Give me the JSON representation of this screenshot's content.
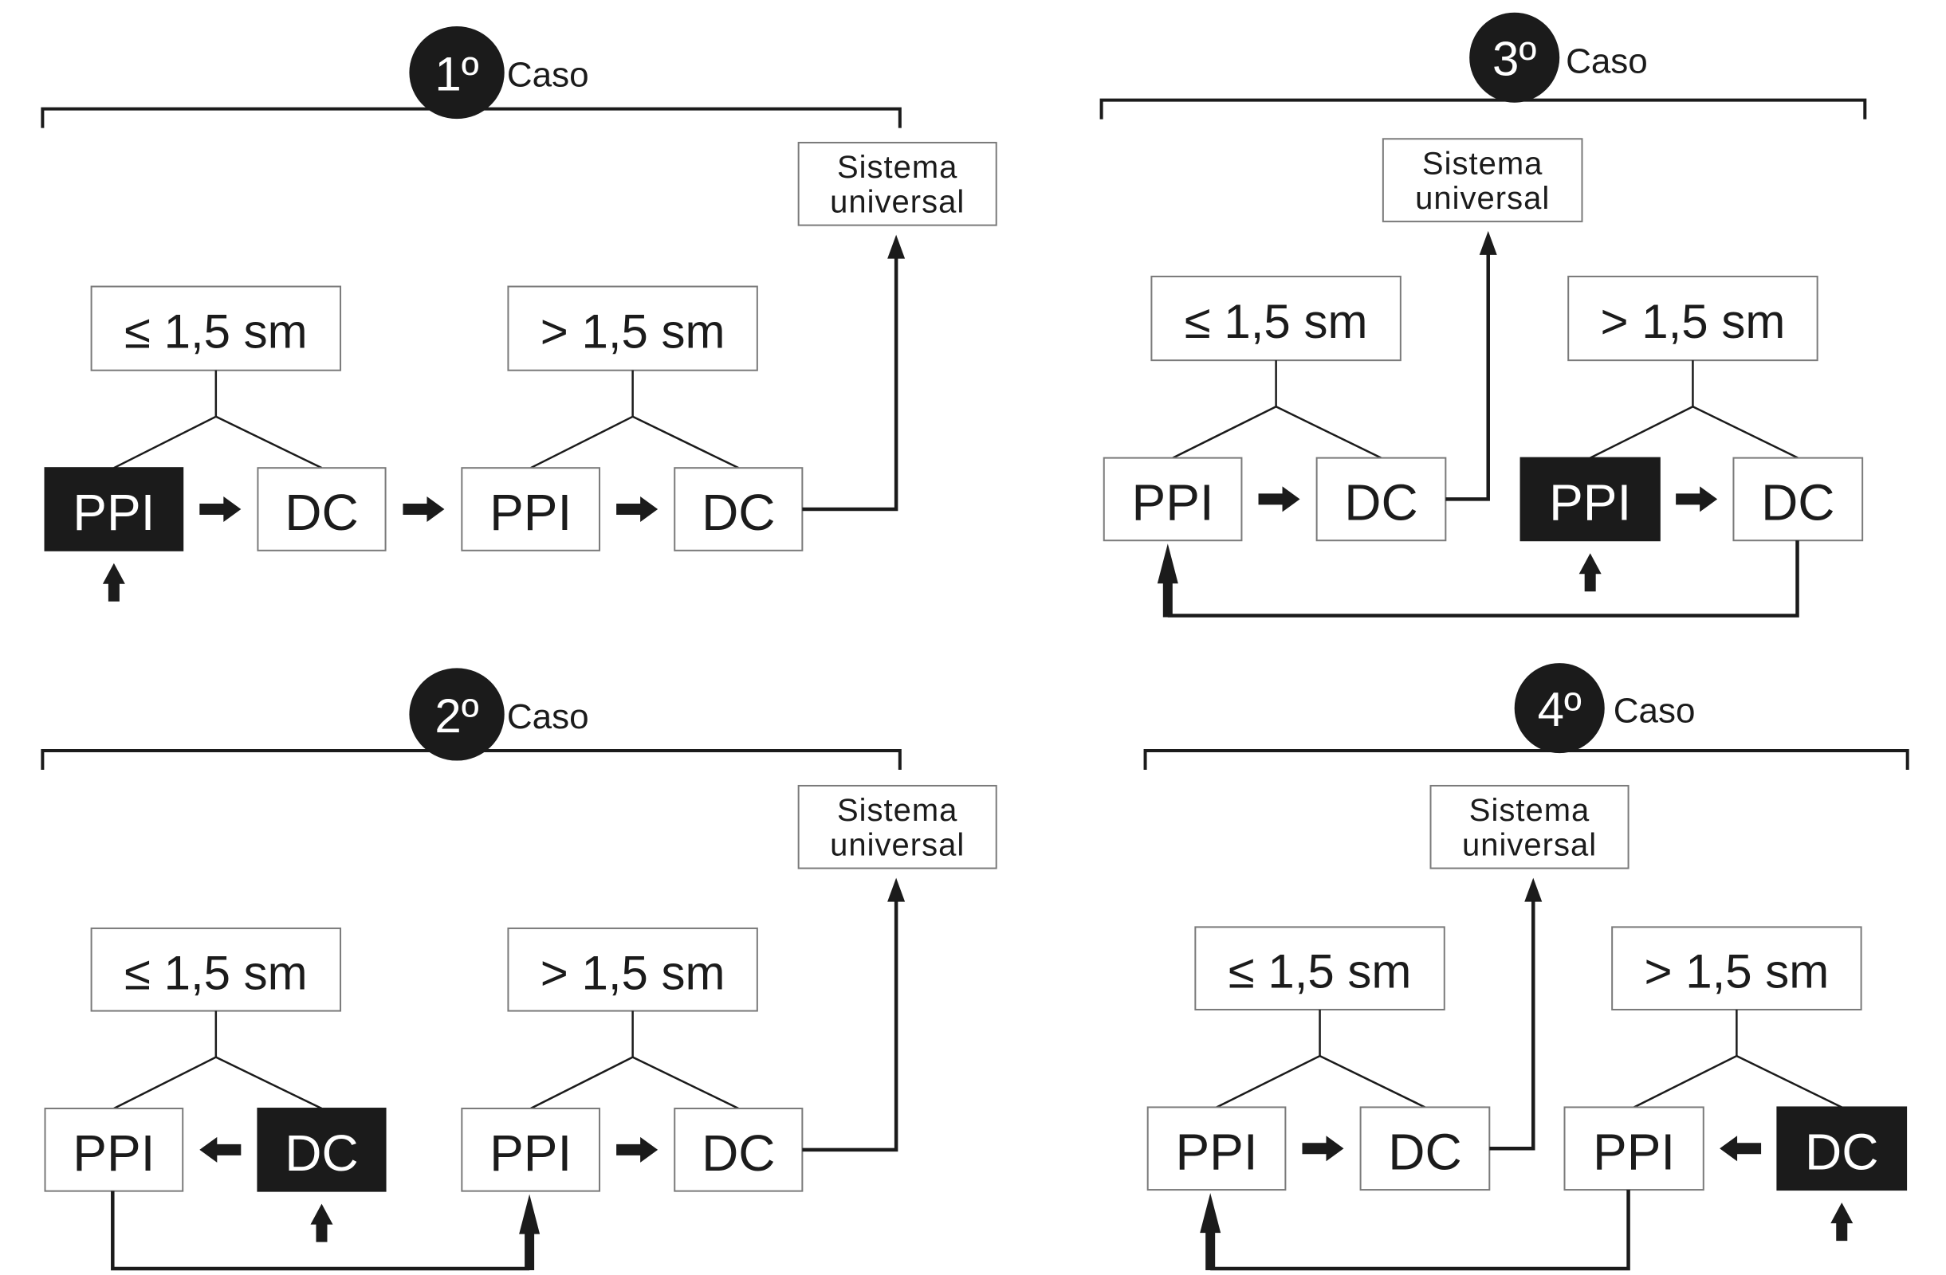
{
  "diagram": {
    "caso_label": "Caso",
    "cases": [
      {
        "id": "case-1",
        "badge": "1º",
        "sistema": [
          "Sistema",
          "universal"
        ],
        "conditions": {
          "left": "≤ 1,5 sm",
          "right": "> 1,5 sm"
        },
        "nodes": [
          {
            "label": "PPI",
            "highlighted": true
          },
          {
            "label": "DC",
            "highlighted": false
          },
          {
            "label": "PPI",
            "highlighted": false
          },
          {
            "label": "DC",
            "highlighted": false
          }
        ],
        "flow_arrows": [
          {
            "between": [
              0,
              1
            ],
            "direction": "right"
          },
          {
            "between": [
              1,
              2
            ],
            "direction": "right"
          },
          {
            "between": [
              2,
              3
            ],
            "direction": "right"
          }
        ],
        "entry_node": 0,
        "to_sistema_from": 3,
        "loop": null
      },
      {
        "id": "case-2",
        "badge": "2º",
        "sistema": [
          "Sistema",
          "universal"
        ],
        "conditions": {
          "left": "≤ 1,5 sm",
          "right": "> 1,5 sm"
        },
        "nodes": [
          {
            "label": "PPI",
            "highlighted": false
          },
          {
            "label": "DC",
            "highlighted": true
          },
          {
            "label": "PPI",
            "highlighted": false
          },
          {
            "label": "DC",
            "highlighted": false
          }
        ],
        "flow_arrows": [
          {
            "between": [
              0,
              1
            ],
            "direction": "left"
          },
          {
            "between": [
              2,
              3
            ],
            "direction": "right"
          }
        ],
        "entry_node": 1,
        "to_sistema_from": 3,
        "loop": {
          "from": 0,
          "to": 2
        }
      },
      {
        "id": "case-3",
        "badge": "3º",
        "sistema": [
          "Sistema",
          "universal"
        ],
        "conditions": {
          "left": "≤ 1,5 sm",
          "right": "> 1,5 sm"
        },
        "nodes": [
          {
            "label": "PPI",
            "highlighted": false
          },
          {
            "label": "DC",
            "highlighted": false
          },
          {
            "label": "PPI",
            "highlighted": true
          },
          {
            "label": "DC",
            "highlighted": false
          }
        ],
        "flow_arrows": [
          {
            "between": [
              0,
              1
            ],
            "direction": "right"
          },
          {
            "between": [
              2,
              3
            ],
            "direction": "right"
          }
        ],
        "entry_node": 2,
        "to_sistema_from": 1,
        "loop": {
          "from": 3,
          "to": 0
        }
      },
      {
        "id": "case-4",
        "badge": "4º",
        "sistema": [
          "Sistema",
          "universal"
        ],
        "conditions": {
          "left": "≤ 1,5 sm",
          "right": "> 1,5 sm"
        },
        "nodes": [
          {
            "label": "PPI",
            "highlighted": false
          },
          {
            "label": "DC",
            "highlighted": false
          },
          {
            "label": "PPI",
            "highlighted": false
          },
          {
            "label": "DC",
            "highlighted": true
          }
        ],
        "flow_arrows": [
          {
            "between": [
              0,
              1
            ],
            "direction": "right"
          },
          {
            "between": [
              2,
              3
            ],
            "direction": "left"
          }
        ],
        "entry_node": 3,
        "to_sistema_from": 1,
        "loop": {
          "from": 2,
          "to": 0
        }
      }
    ],
    "colors": {
      "ink": "#1b1b1b",
      "box_border": "#7a7a7a",
      "background": "#ffffff"
    }
  }
}
